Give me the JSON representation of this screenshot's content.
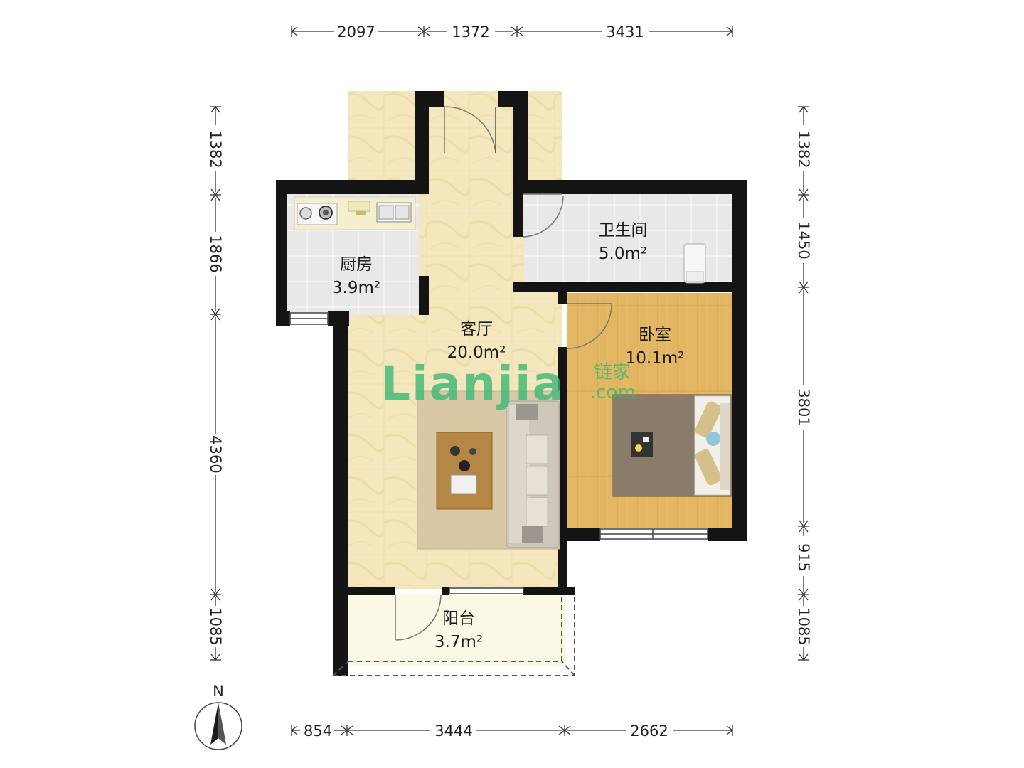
{
  "dimensions": {
    "top": [
      "2097",
      "1372",
      "3431"
    ],
    "bottom": [
      "854",
      "3444",
      "2662"
    ],
    "left": [
      "1382",
      "1866",
      "4360",
      "1085"
    ],
    "right": [
      "1382",
      "1450",
      "3801",
      "915",
      "1085"
    ]
  },
  "rooms": {
    "kitchen": {
      "name": "厨房",
      "area": "3.9m²"
    },
    "bathroom": {
      "name": "卫生间",
      "area": "5.0m²"
    },
    "living": {
      "name": "客厅",
      "area": "20.0m²"
    },
    "bedroom": {
      "name": "卧室",
      "area": "10.1m²"
    },
    "balcony": {
      "name": "阳台",
      "area": "3.7m²"
    }
  },
  "compass": {
    "label": "N"
  },
  "watermark": {
    "logo": "Lianjia",
    "brand": "链家",
    "domain": ".com"
  },
  "colors": {
    "wall": "#141414",
    "tile_beige": "#f4e7bd",
    "wood_floor": "#e5b965",
    "grey_tile": "#e8e8e8",
    "balcony_floor": "#fbf9e6",
    "watermark_green": "#3cb878"
  }
}
